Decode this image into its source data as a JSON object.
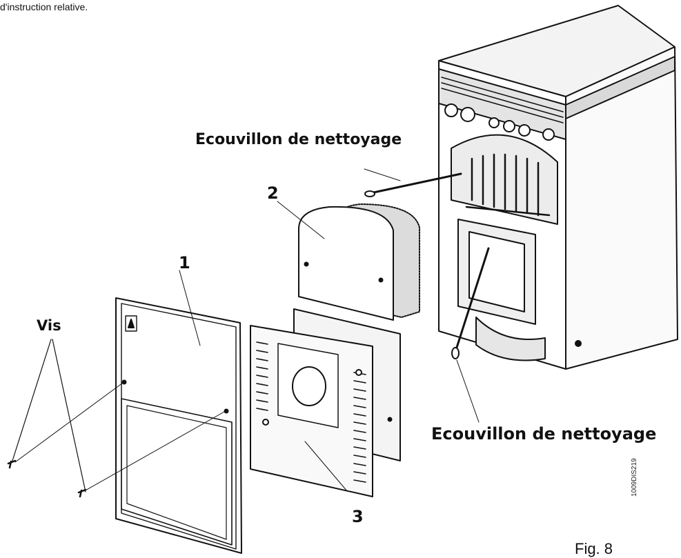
{
  "caption": "d'instruction relative.",
  "labels": {
    "brush_top": "Ecouvillon de nettoyage",
    "brush_bottom": "Ecouvillon de nettoyage",
    "screws": "Vis",
    "part_1": "1",
    "part_2": "2",
    "part_3": "3"
  },
  "figure": "Fig. 8",
  "drawing_ref": "1009DIS219"
}
